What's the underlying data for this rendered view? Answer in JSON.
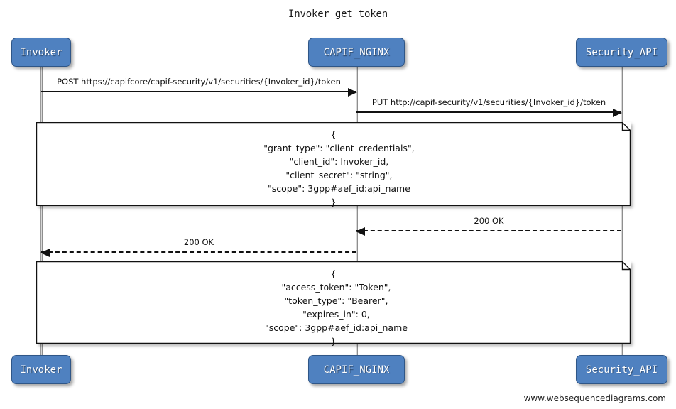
{
  "diagram": {
    "title": "Invoker get token",
    "footer_credit": "www.websequencediagrams.com",
    "colors": {
      "participant_fill": "#4f81c0",
      "participant_border": "#2f5687",
      "participant_text": "#ffffff",
      "line": "#111111",
      "lifeline": "#9a9a9a",
      "note_fill": "#ffffff",
      "background": "#ffffff"
    },
    "participants": [
      {
        "id": "invoker",
        "label": "Invoker"
      },
      {
        "id": "capif_nginx",
        "label": "CAPIF_NGINX"
      },
      {
        "id": "security_api",
        "label": "Security_API"
      }
    ],
    "participants_bottom": [
      {
        "id": "invoker",
        "label": "Invoker"
      },
      {
        "id": "capif_nginx",
        "label": "CAPIF_NGINX"
      },
      {
        "id": "security_api",
        "label": "Security_API"
      }
    ],
    "messages": [
      {
        "id": "msg-post-token",
        "label": "POST https://capifcore/capif-security/v1/securities/{Invoker_id}/token",
        "from": "invoker",
        "to": "capif_nginx",
        "style": "solid",
        "direction": "right"
      },
      {
        "id": "msg-put-token",
        "label": "PUT http://capif-security/v1/securities/{Invoker_id}/token",
        "from": "capif_nginx",
        "to": "security_api",
        "style": "solid",
        "direction": "right"
      },
      {
        "id": "msg-200-ok-security",
        "label": "200 OK",
        "from": "security_api",
        "to": "capif_nginx",
        "style": "dashed",
        "direction": "left"
      },
      {
        "id": "msg-200-ok-invoker",
        "label": "200 OK",
        "from": "capif_nginx",
        "to": "invoker",
        "style": "dashed",
        "direction": "left"
      }
    ],
    "notes": [
      {
        "id": "note-token-request",
        "text": "{\n    \"grant_type\": \"client_credentials\",\n    \"client_id\": Invoker_id,\n    \"client_secret\": \"string\",\n    \"scope\": 3gpp#aef_id:api_name\n}"
      },
      {
        "id": "note-token-response",
        "text": "{\n  \"access_token\": \"Token\",\n  \"token_type\": \"Bearer\",\n  \"expires_in\": 0,\n  \"scope\": 3gpp#aef_id:api_name\n}"
      }
    ]
  }
}
